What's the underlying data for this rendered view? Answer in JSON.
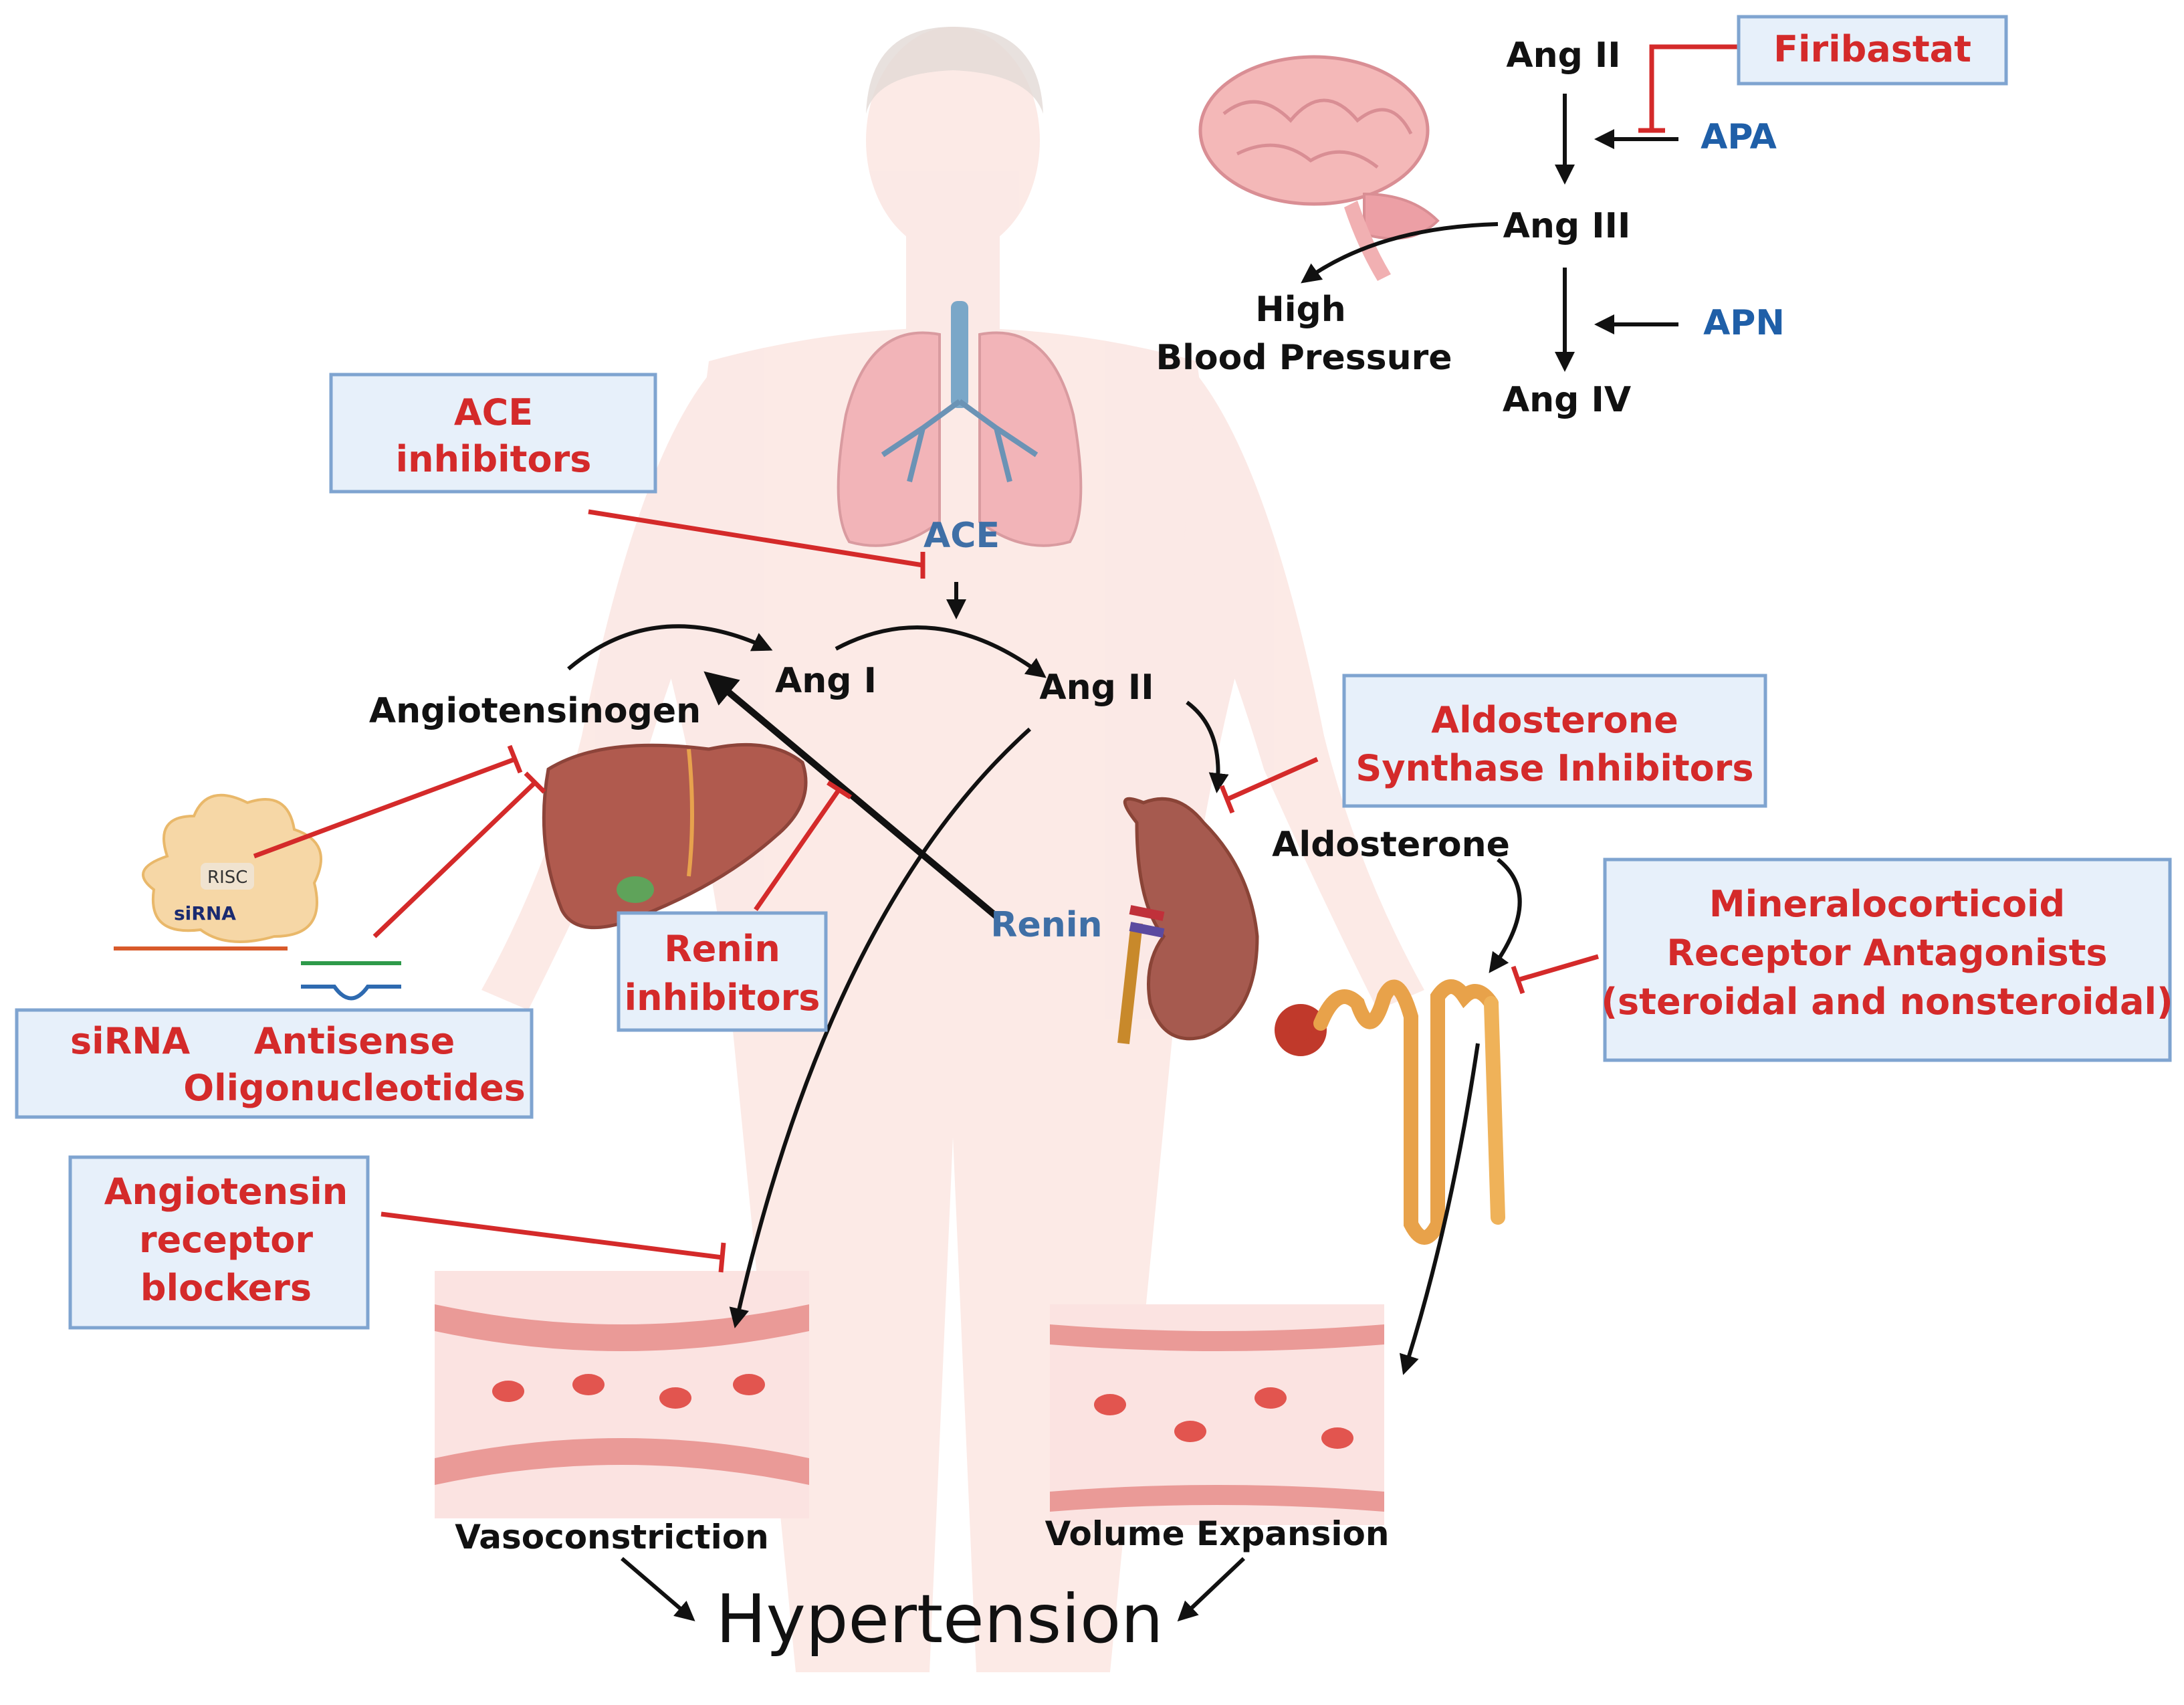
{
  "brain_pathway": {
    "ang2": "Ang II",
    "ang3": "Ang III",
    "ang4": "Ang IV",
    "apa": "APA",
    "apn": "APN",
    "high_bp_line1": "High",
    "high_bp_line2": "Blood Pressure",
    "firibastat": "Firibastat"
  },
  "main_pathway": {
    "angiotensinogen": "Angiotensinogen",
    "ang1": "Ang I",
    "ang2": "Ang II",
    "ace": "ACE",
    "renin": "Renin",
    "aldosterone": "Aldosterone"
  },
  "drugs": {
    "ace_inhibitors": [
      "ACE",
      "inhibitors"
    ],
    "aldosterone_synthase": [
      "Aldosterone",
      "Synthase Inhibitors"
    ],
    "mra": [
      "Mineralocorticoid",
      "Receptor Antagonists",
      "(steroidal and nonsteroidal)"
    ],
    "renin_inhibitors": [
      "Renin",
      "inhibitors"
    ],
    "sirna": "siRNA",
    "antisense": [
      "Antisense",
      "Oligonucleotides"
    ],
    "arb": [
      "Angiotensin",
      "receptor",
      "blockers"
    ]
  },
  "risc": {
    "risc_label": "RISC",
    "sirna_label": "siRNA"
  },
  "outcomes": {
    "vasoconstriction": "Vasoconstriction",
    "volume_expansion": "Volume Expansion",
    "hypertension": "Hypertension"
  },
  "colors": {
    "drug_red": "#d42a2a",
    "enzyme_blue": "#3f6fa6",
    "box_fill": "#e7f0fa",
    "box_border": "#7fa4d0"
  }
}
